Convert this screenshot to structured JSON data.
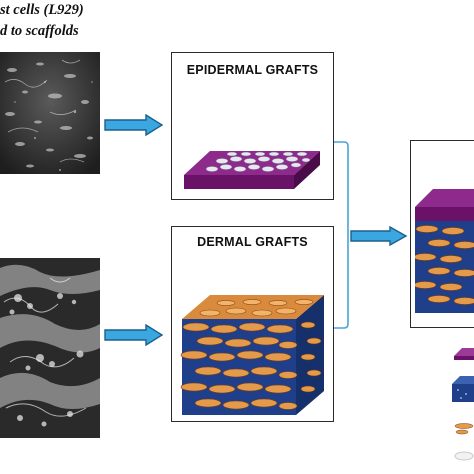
{
  "caption": {
    "line1": "st cells (L929)",
    "line2": "d to scaffolds"
  },
  "panels": {
    "epidermal": {
      "title": "EPIDERMAL GRAFTS"
    },
    "dermal": {
      "title": "DERMAL GRAFTS"
    }
  },
  "colors": {
    "arrow_fill": "#3aa7e0",
    "arrow_stroke": "#1c5f8c",
    "connector": "#4aa3d6",
    "epidermal_layer": "#7d1a7a",
    "dermal_cells": "#d98a3c",
    "dermal_matrix": "#1f3f8a"
  },
  "icons": {
    "arrow": "right-arrow-icon"
  }
}
